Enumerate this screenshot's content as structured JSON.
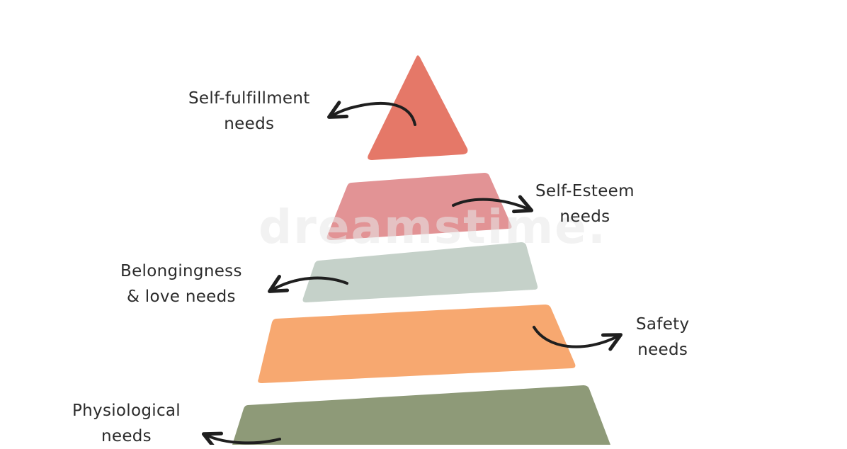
{
  "diagram": {
    "levels": [
      {
        "id": "self-fulfillment",
        "line1": "Self-fulfillment",
        "line2": "needs",
        "color": "#E57868"
      },
      {
        "id": "self-esteem",
        "line1": "Self-Esteem",
        "line2": "needs",
        "color": "#E29395"
      },
      {
        "id": "belongingness",
        "line1": "Belongingness",
        "line2": "& love needs",
        "color": "#C5D1C9"
      },
      {
        "id": "safety",
        "line1": "Safety",
        "line2": "needs",
        "color": "#F7A870"
      },
      {
        "id": "physiological",
        "line1": "Physiological",
        "line2": "needs",
        "color": "#8E9A78"
      }
    ],
    "arrow_color": "#1f1f1f",
    "watermark": "dreamstime."
  }
}
